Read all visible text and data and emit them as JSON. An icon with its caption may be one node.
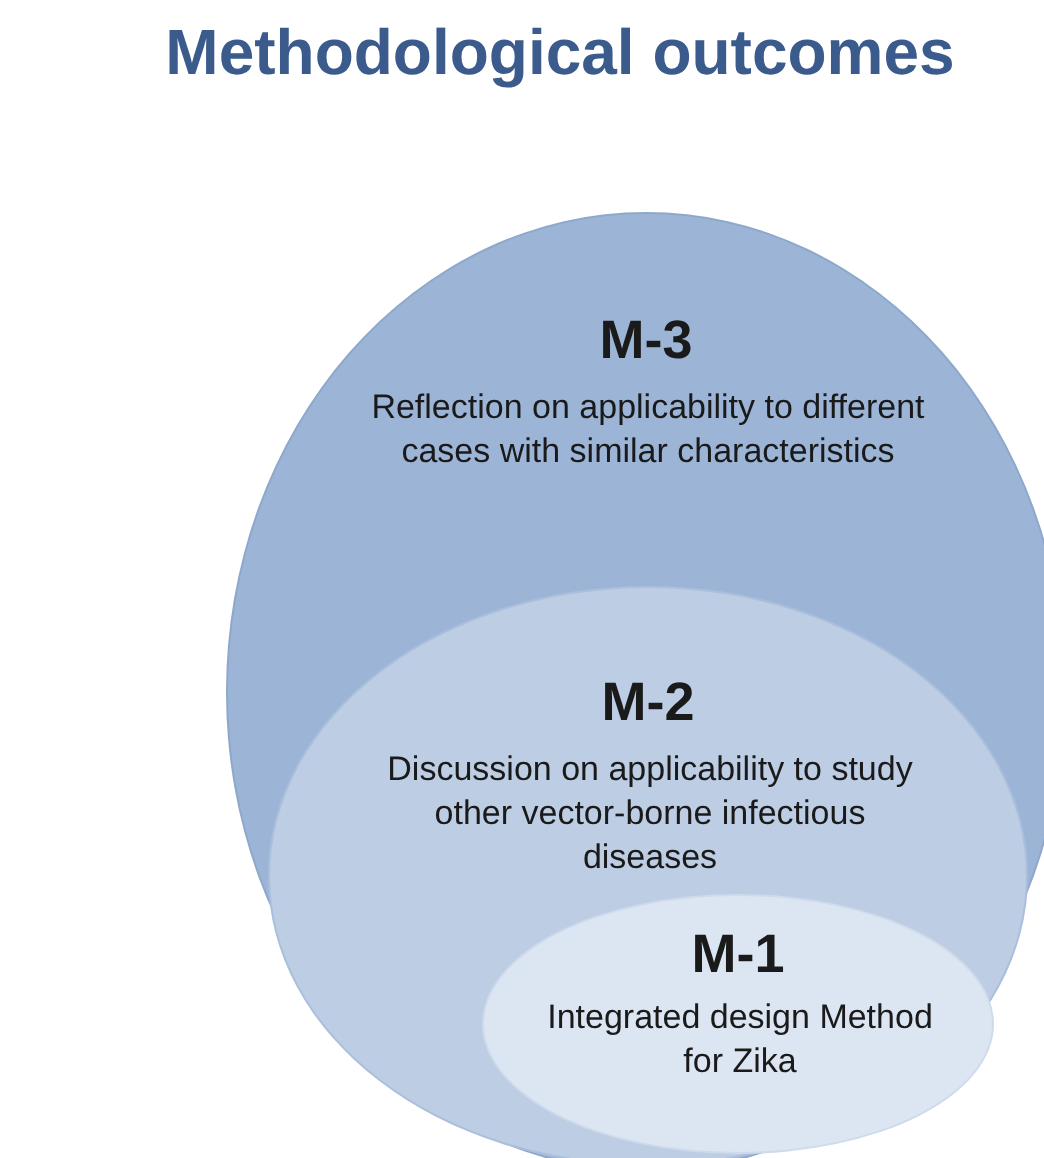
{
  "diagram": {
    "title": "Methodological outcomes",
    "nodes": [
      {
        "text": [
          "M-3",
          "Reflection on applicability to different cases with similar characteristics"
        ]
      },
      {
        "text": [
          "M-2",
          "Discussion on applicability to study other vector-borne infectious diseases"
        ],
        "in": 0
      },
      {
        "text": [
          "M-1",
          "Integrated design Method for Zika"
        ],
        "in": 1
      }
    ]
  }
}
